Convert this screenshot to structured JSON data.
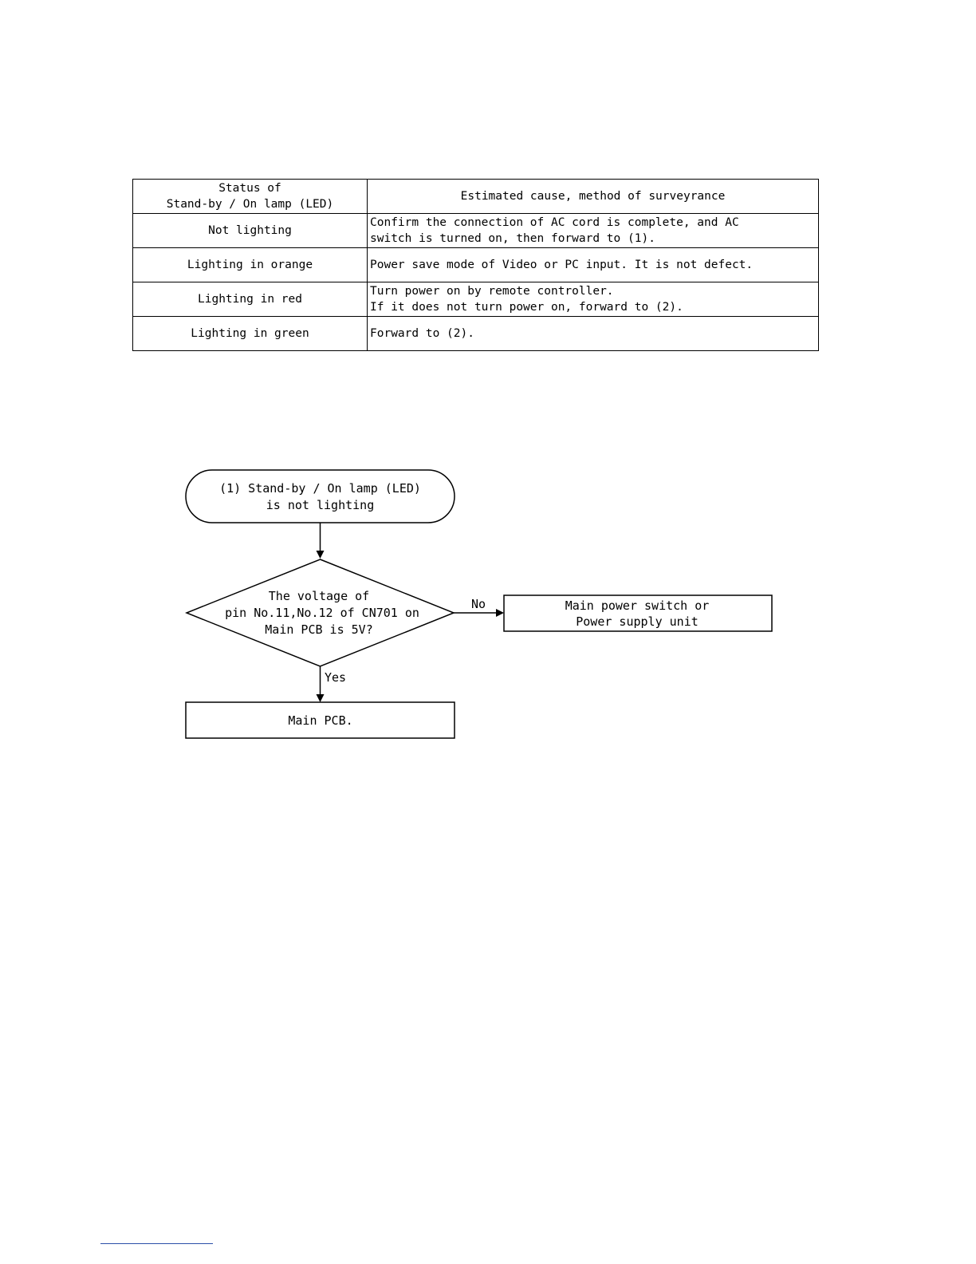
{
  "table": {
    "header": {
      "status_lines": [
        "Status of",
        "Stand-by / On lamp (LED)"
      ],
      "cause": "Estimated cause, method of surveyrance"
    },
    "rows": [
      {
        "status": "Not lighting",
        "cause_lines": [
          "Confirm the connection of AC cord is complete, and AC",
          "switch is turned on, then forward to (1)."
        ]
      },
      {
        "status": "Lighting in orange",
        "cause_lines": [
          "Power save mode of Video or PC input. It is not defect."
        ]
      },
      {
        "status": "Lighting in red",
        "cause_lines": [
          "Turn power on by remote controller.",
          "If it does not turn power on, forward to (2)."
        ]
      },
      {
        "status": "Lighting in green",
        "cause_lines": [
          "Forward to (2)."
        ]
      }
    ]
  },
  "flowchart": {
    "start_lines": [
      "(1) Stand-by / On lamp (LED)",
      "is not lighting"
    ],
    "decision_lines": [
      "The voltage of",
      "pin No.11,No.12 of CN701 on",
      "Main PCB is 5V?"
    ],
    "no_label": "No",
    "yes_label": "Yes",
    "no_result_lines": [
      "Main power switch or",
      "Power supply unit"
    ],
    "yes_result": "Main PCB."
  }
}
